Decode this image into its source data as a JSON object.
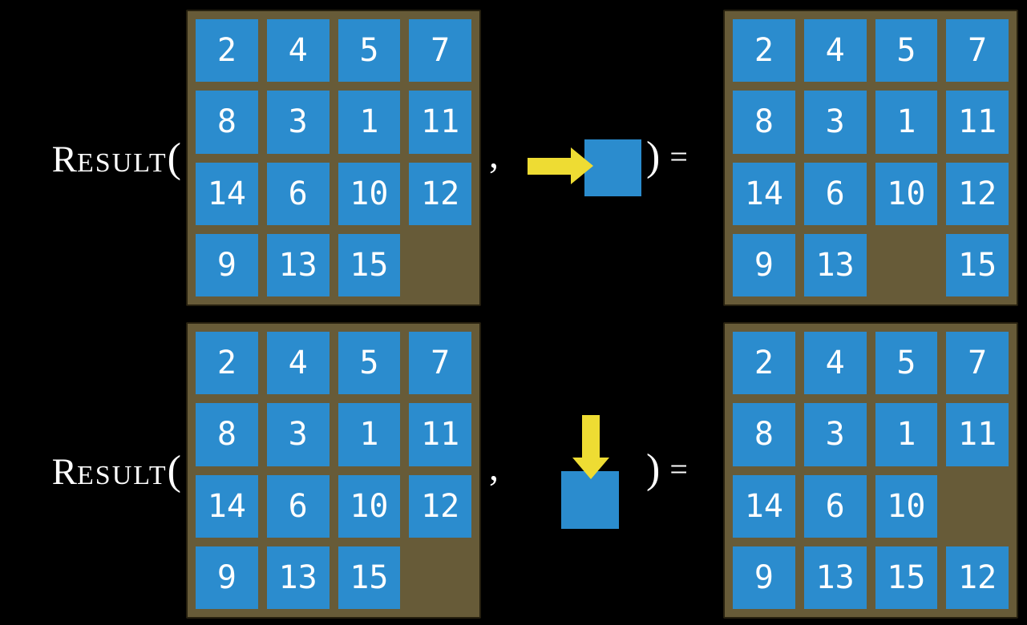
{
  "figure": {
    "description": "Two examples of the RESULT function applied to 15-puzzle states",
    "formula": {
      "name_initial": "R",
      "name_rest": "ESULT",
      "open_paren": "(",
      "comma": ",",
      "close_paren": ")",
      "equals": "="
    },
    "rows": [
      {
        "name": "move-right-example",
        "action": {
          "direction": "right",
          "arrow_icon": "arrow-right-icon",
          "tile_icon": "tile-square"
        },
        "input_grid": [
          [
            "2",
            "4",
            "5",
            "7"
          ],
          [
            "8",
            "3",
            "1",
            "11"
          ],
          [
            "14",
            "6",
            "10",
            "12"
          ],
          [
            "9",
            "13",
            "15",
            ""
          ]
        ],
        "output_grid": [
          [
            "2",
            "4",
            "5",
            "7"
          ],
          [
            "8",
            "3",
            "1",
            "11"
          ],
          [
            "14",
            "6",
            "10",
            "12"
          ],
          [
            "9",
            "13",
            "",
            "15"
          ]
        ]
      },
      {
        "name": "move-down-example",
        "action": {
          "direction": "down",
          "arrow_icon": "arrow-down-icon",
          "tile_icon": "tile-square"
        },
        "input_grid": [
          [
            "2",
            "4",
            "5",
            "7"
          ],
          [
            "8",
            "3",
            "1",
            "11"
          ],
          [
            "14",
            "6",
            "10",
            "12"
          ],
          [
            "9",
            "13",
            "15",
            ""
          ]
        ],
        "output_grid": [
          [
            "2",
            "4",
            "5",
            "7"
          ],
          [
            "8",
            "3",
            "1",
            "11"
          ],
          [
            "14",
            "6",
            "10",
            ""
          ],
          [
            "9",
            "13",
            "15",
            "12"
          ]
        ]
      }
    ],
    "colors": {
      "background": "#000000",
      "board": "#675B38",
      "board_border": "#26200F",
      "tile_blue": "#2B8CCE",
      "arrow_yellow": "#EEDC33",
      "text_white": "#FFFFFF"
    }
  }
}
